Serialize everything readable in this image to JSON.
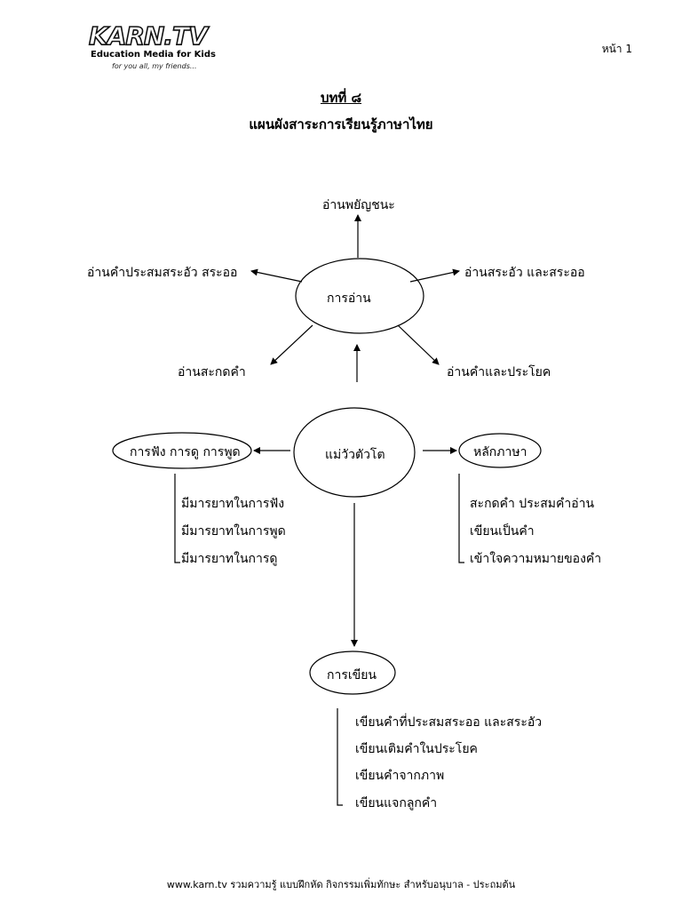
{
  "header": {
    "logo_title": "KARN.TV",
    "logo_subtitle": "Education Media for Kids",
    "logo_tagline": "for you all, my friends...",
    "page_number": "หน้า 1"
  },
  "title": {
    "chapter": "บทที่ ๘",
    "subtitle": "แผนผังสาระการเรียนรู้ภาษาไทย"
  },
  "diagram": {
    "center": "แม่วัวตัวโต",
    "reading": {
      "node": "การอ่าน",
      "top": "อ่านพยัญชนะ",
      "left": "อ่านคำประสมสระอัว สระออ",
      "right": "อ่านสระอัว และสระออ",
      "bottom_left": "อ่านสะกดคำ",
      "bottom_right": "อ่านคำและประโยค"
    },
    "listening": {
      "node": "การฟัง การดู การพูด",
      "items": [
        "มีมารยาทในการฟัง",
        "มีมารยาทในการพูด",
        "มีมารยาทในการดู"
      ]
    },
    "grammar": {
      "node": "หลักภาษา",
      "items": [
        "สะกดคำ ประสมคำอ่าน",
        "เขียนเป็นคำ",
        "เข้าใจความหมายของคำ"
      ]
    },
    "writing": {
      "node": "การเขียน",
      "items": [
        "เขียนคำที่ประสมสระออ และสระอัว",
        "เขียนเติมคำในประโยค",
        "เขียนคำจากภาพ",
        "เขียนแจกลูกคำ"
      ]
    }
  },
  "footer": {
    "text": "www.karn.tv รวมความรู้ แบบฝึกหัด กิจกรรมเพิ่มทักษะ สำหรับอนุบาล - ประถมต้น"
  }
}
